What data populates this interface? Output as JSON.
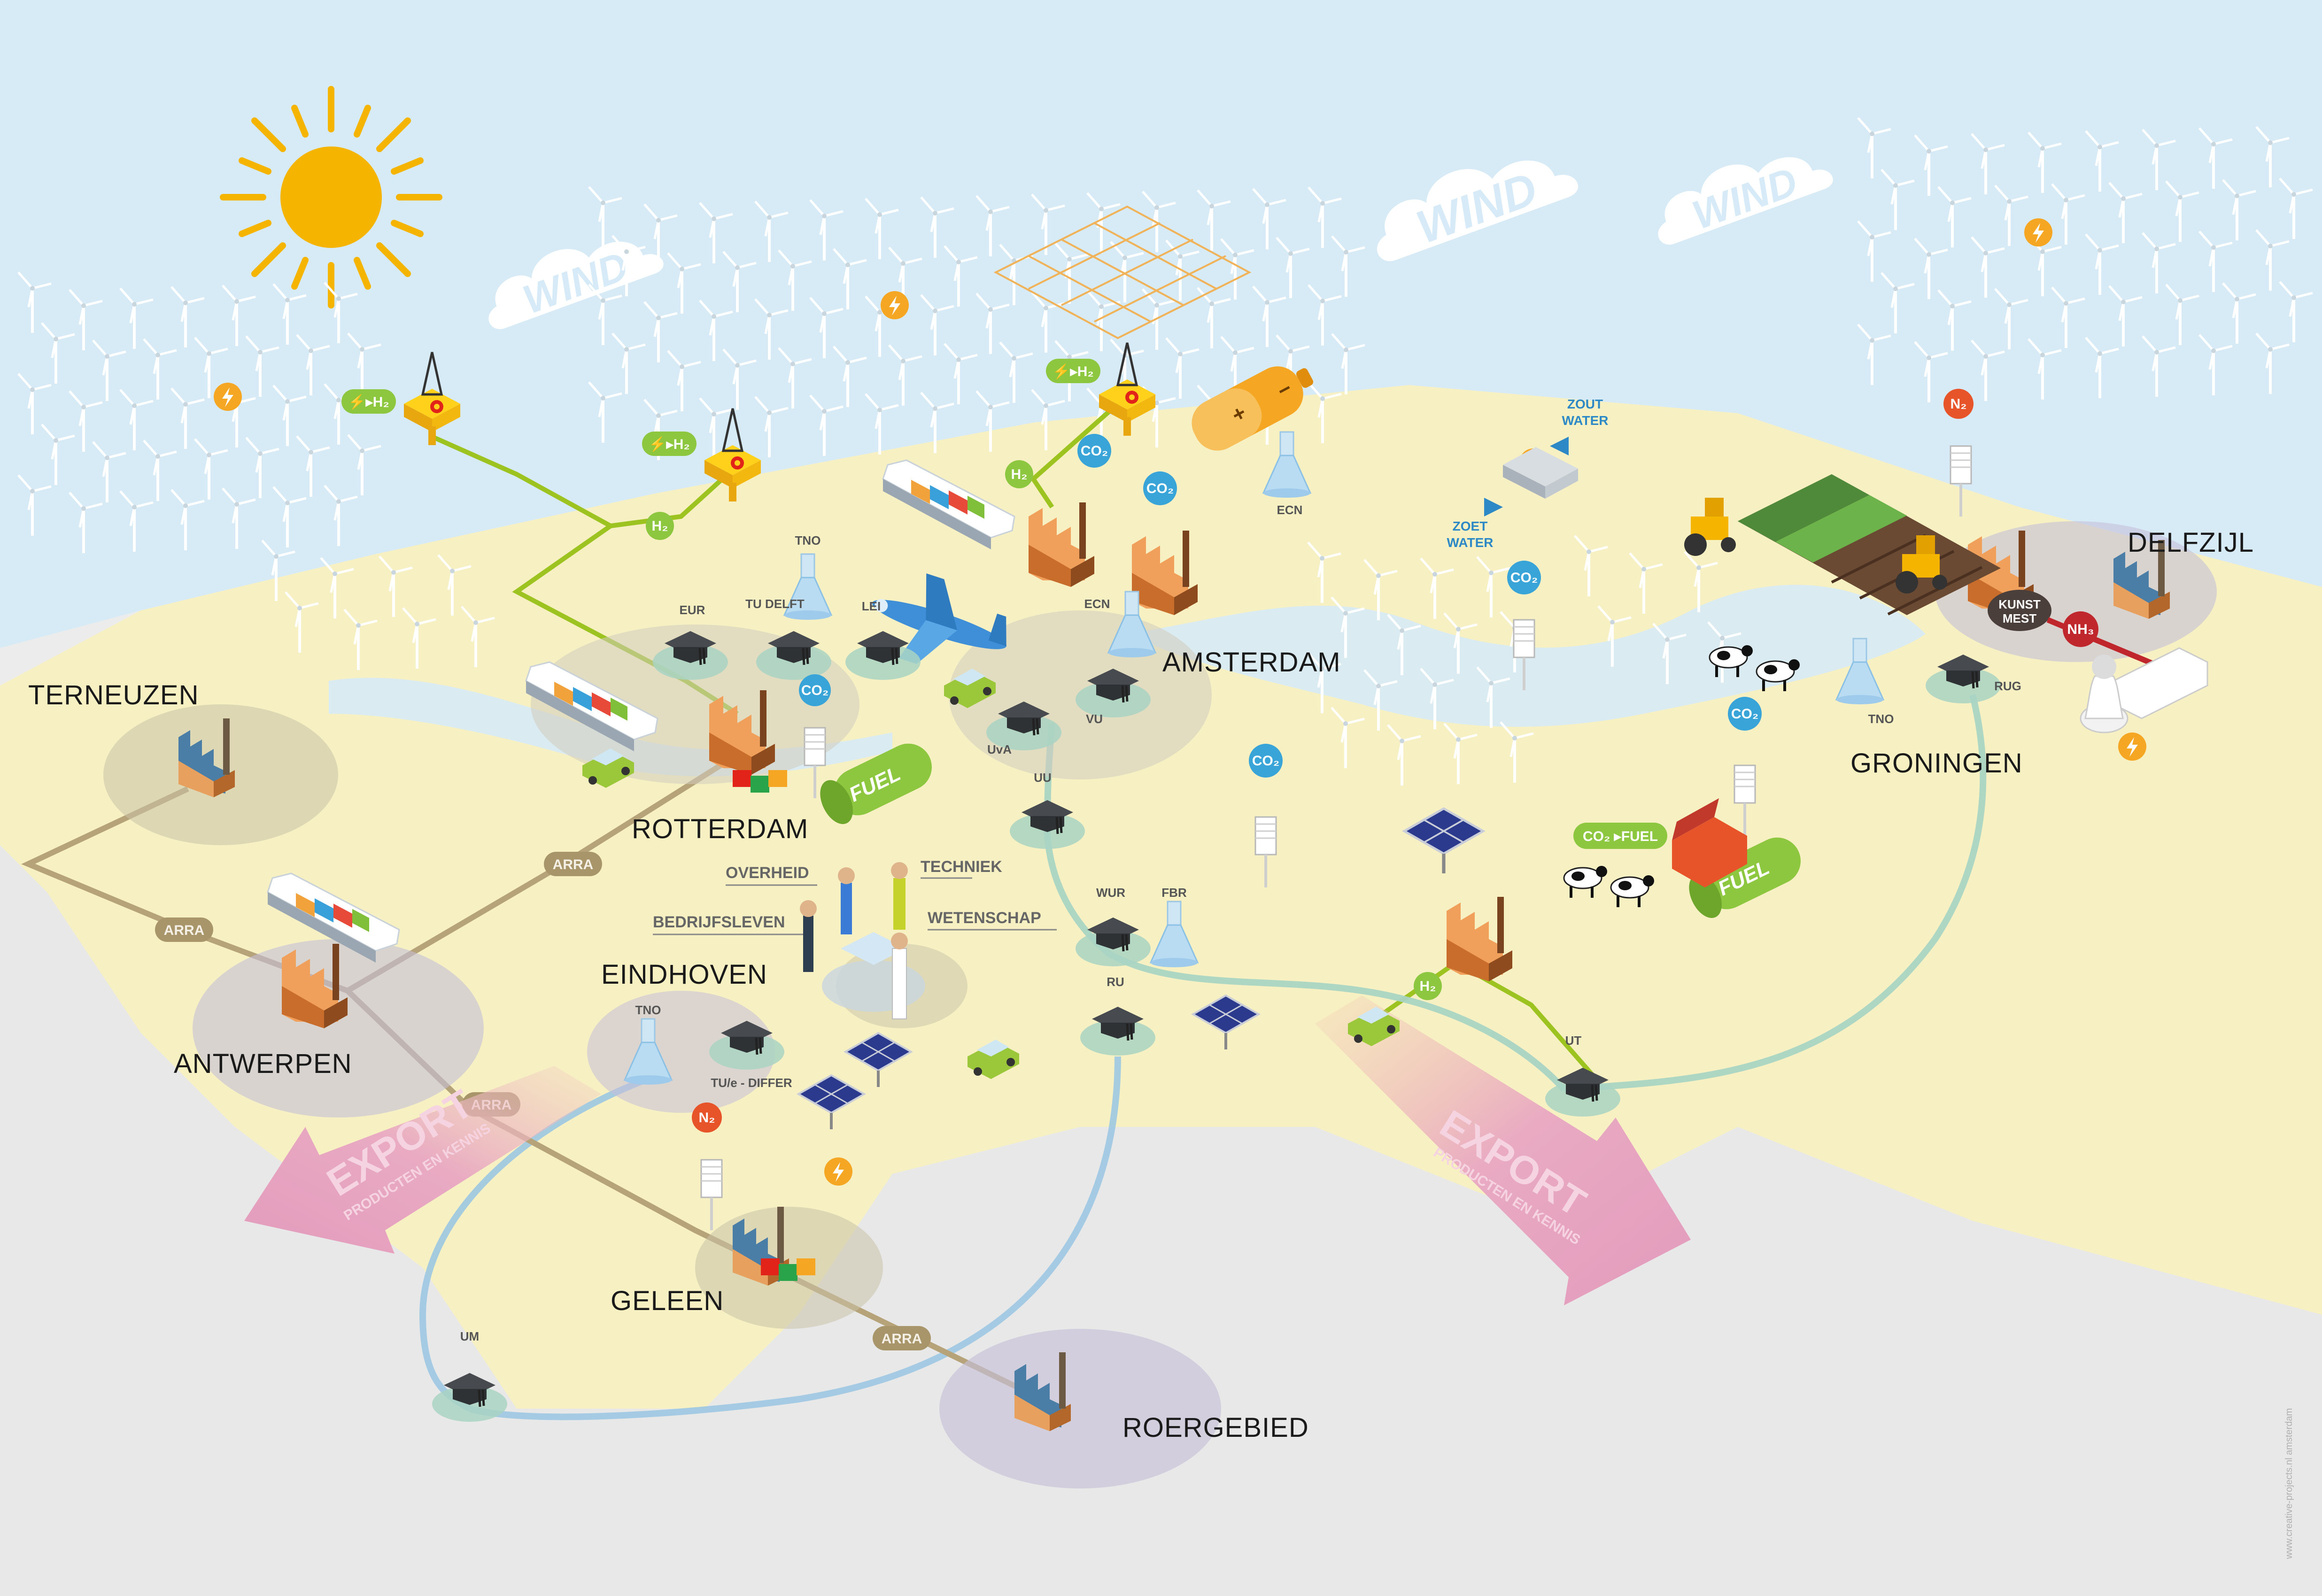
{
  "cities": {
    "terneuzen": "TERNEUZEN",
    "antwerpen": "ANTWERPEN",
    "rotterdam": "ROTTERDAM",
    "amsterdam": "AMSTERDAM",
    "eindhoven": "EINDHOVEN",
    "geleen": "GELEEN",
    "roergebied": "ROERGEBIED",
    "groningen": "GRONINGEN",
    "delfzijl": "DELFZIJL"
  },
  "institutes": {
    "eur": "EUR",
    "tudelft": "TU DELFT",
    "lei": "LEI",
    "tno_rotterdam": "TNO",
    "uva": "UvA",
    "vu": "VU",
    "ecn_amsterdam": "ECN",
    "ecn_battery": "ECN",
    "uu": "UU",
    "wur": "WUR",
    "fbr": "FBR",
    "ru": "RU",
    "tno_eindhoven": "TNO",
    "tue": "TU/e - DIFFER",
    "um": "UM",
    "ut": "UT",
    "rug": "RUG",
    "tno_groningen": "TNO"
  },
  "roles": {
    "overheid": "OVERHEID",
    "techniek": "TECHNIEK",
    "bedrijfsleven": "BEDRIJFSLEVEN",
    "wetenschap": "WETENSCHAP"
  },
  "sky": {
    "wind_label": "WIND"
  },
  "badges": {
    "h2": "H₂",
    "co2": "CO₂",
    "n2": "N₂",
    "nh3": "NH₃",
    "co2_fuel": "CO₂ ▸FUEL",
    "power_h2": "⚡▸H₂",
    "fuel": "FUEL",
    "kunstmest_1": "KUNST",
    "kunstmest_2": "MEST"
  },
  "water": {
    "zout_1": "ZOUT",
    "zout_2": "WATER",
    "zoet_1": "ZOET",
    "zoet_2": "WATER"
  },
  "arra": "ARRA",
  "export": {
    "title": "EXPORT",
    "subtitle": "PRODUCTEN EN KENNIS"
  },
  "credit": "www.creative-projects.nl amsterdam",
  "colors": {
    "sea": "#d7ebf7",
    "land": "#f6f0c3",
    "h2_line": "#9cc31f",
    "co2_blue": "#39a4d8",
    "arra_line": "#b6a37a",
    "university_link": "#a9d4c3",
    "export_pink": "#e4a3bf",
    "sun": "#f5b400"
  },
  "icons": [
    "sun-icon",
    "wind-turbine-icon",
    "cloud-icon",
    "hydrogen-platform-icon",
    "factory-icon",
    "ship-icon",
    "airplane-icon",
    "graduation-cap-icon",
    "flask-icon",
    "battery-icon",
    "solar-panel-icon",
    "car-icon",
    "truck-icon",
    "cow-icon",
    "tractor-icon",
    "lightning-icon"
  ]
}
